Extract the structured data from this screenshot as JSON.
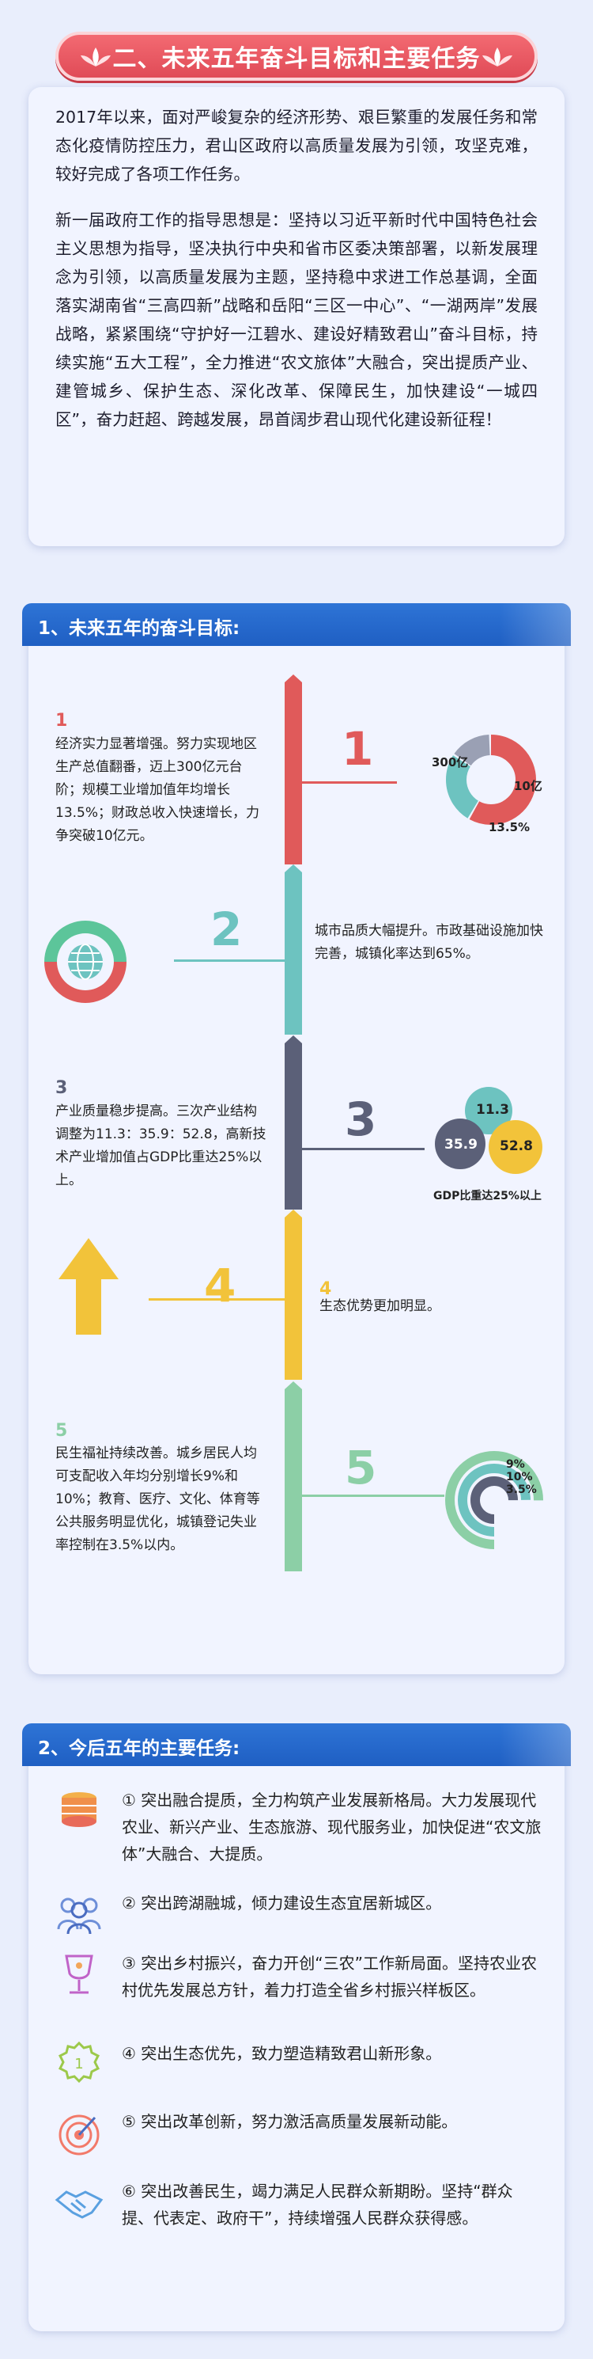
{
  "banner": {
    "title": "二、未来五年奋斗目标和主要任务"
  },
  "intro": {
    "p1": "2017年以来，面对严峻复杂的经济形势、艰巨繁重的发展任务和常态化疫情防控压力，君山区政府以高质量发展为引领，攻坚克难，较好完成了各项工作任务。",
    "p2": "新一届政府工作的指导思想是：坚持以习近平新时代中国特色社会主义思想为指导，坚决执行中央和省市区委决策部署，以新发展理念为引领，以高质量发展为主题，坚持稳中求进工作总基调，全面落实湖南省“三高四新”战略和岳阳“三区一中心”、“一湖两岸”发展战略，紧紧围绕“守护好一江碧水、建设好精致君山”奋斗目标，持续实施“五大工程”，全力推进“农文旅体”大融合，突出提质产业、建管城乡、保护生态、深化改革、保障民生，加快建设“一城四区”，奋力赶超、跨越发展，昂首阔步君山现代化建设新征程！"
  },
  "goals": {
    "header": "1、未来五年的奋斗目标:",
    "colors": {
      "g1": "#e05a5a",
      "g2": "#6dc3c0",
      "g3": "#5b6078",
      "g4": "#f2c33a",
      "g5": "#8ccfa6"
    },
    "items": [
      {
        "num": "1",
        "text": "经济实力显著增强。努力实现地区生产总值翻番，迈上300亿元台阶；规模工业增加值年均增长13.5%；财政总收入快速增长，力争突破10亿元。"
      },
      {
        "num": "2",
        "text": "城市品质大幅提升。市政基础设施加快完善，城镇化率达到65%。"
      },
      {
        "num": "3",
        "text": "产业质量稳步提高。三次产业结构调整为11.3：35.9：52.8，高新技术产业增加值占GDP比重达25%以上。"
      },
      {
        "num": "4",
        "text": "生态优势更加明显。"
      },
      {
        "num": "5",
        "text": "民生福祉持续改善。城乡居民人均可支配收入年均分别增长9%和10%；教育、医疗、文化、体育等公共服务明显优化，城镇登记失业率控制在3.5%以内。"
      }
    ],
    "chart1": {
      "labels": [
        "300亿",
        "10亿",
        "13.5%"
      ]
    },
    "chart3": {
      "labels": [
        "11.3",
        "35.9",
        "52.8"
      ],
      "caption": "GDP比重达25%以上"
    },
    "chart5": {
      "labels": [
        "9%",
        "10%",
        "3.5%"
      ]
    }
  },
  "tasks": {
    "header": "2、今后五年的主要任务:",
    "items": [
      {
        "icon": "coins-icon",
        "text": "① 突出融合提质，全力构筑产业发展新格局。大力发展现代农业、新兴产业、生态旅游、现代服务业，加快促进“农文旅体”大融合、大提质。"
      },
      {
        "icon": "people-icon",
        "text": "② 突出跨湖融城，倾力建设生态宜居新城区。"
      },
      {
        "icon": "trophy-icon",
        "text": "③ 突出乡村振兴，奋力开创“三农”工作新局面。坚持农业农村优先发展总方针，着力打造全省乡村振兴样板区。"
      },
      {
        "icon": "medal-icon",
        "text": "④ 突出生态优先，致力塑造精致君山新形象。"
      },
      {
        "icon": "target-icon",
        "text": "⑤ 突出改革创新，努力激活高质量发展新动能。"
      },
      {
        "icon": "handshake-icon",
        "text": "⑥ 突出改善民生，竭力满足人民群众新期盼。坚持“群众提、代表定、政府干”，持续增强人民群众获得感。"
      }
    ]
  }
}
